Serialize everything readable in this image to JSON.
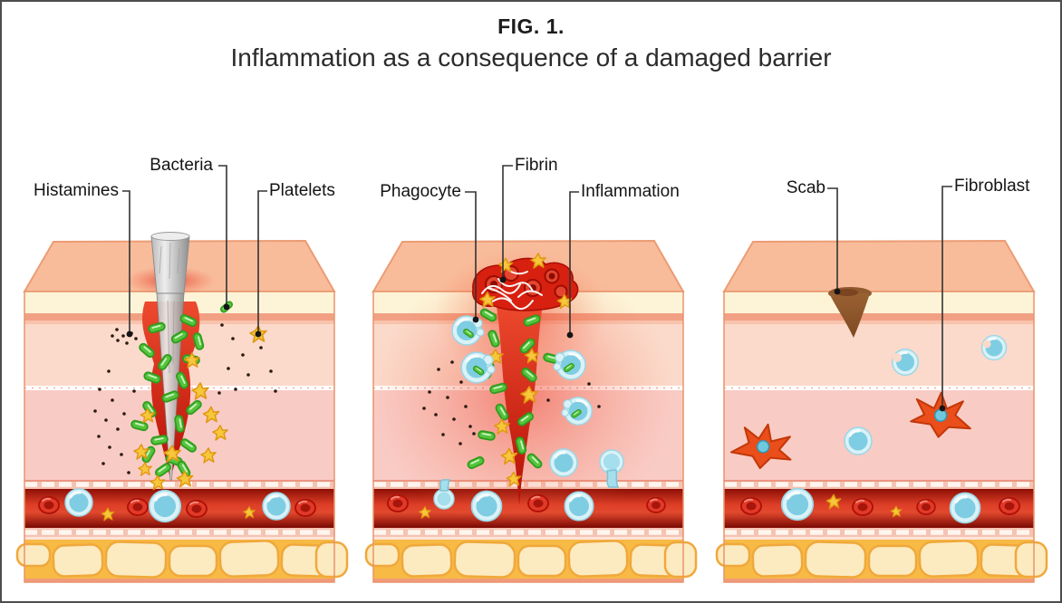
{
  "figure": {
    "label": "FIG. 1.",
    "title": "Inflammation as a consequence of a damaged barrier"
  },
  "panels": [
    {
      "annotations": [
        {
          "id": "histamines",
          "text": "Histamines"
        },
        {
          "id": "bacteria",
          "text": "Bacteria"
        },
        {
          "id": "platelets",
          "text": "Platelets"
        }
      ]
    },
    {
      "annotations": [
        {
          "id": "phagocyte",
          "text": "Phagocyte"
        },
        {
          "id": "fibrin",
          "text": "Fibrin"
        },
        {
          "id": "inflammation",
          "text": "Inflammation"
        }
      ]
    },
    {
      "annotations": [
        {
          "id": "scab",
          "text": "Scab"
        },
        {
          "id": "fibroblast",
          "text": "Fibroblast"
        }
      ]
    }
  ],
  "colors": {
    "skin_top": "#F8BC9B",
    "skin_edge": "#EC9C74",
    "cream_layer": "#FDF4D8",
    "salmon_stripe": "#F2A084",
    "epidermis": "#FBDACB",
    "dermis": "#F9CBC5",
    "vessel_wall": "#F5C3B3",
    "vessel_red": "#DD3E26",
    "fat_bg": "#F7BA45",
    "fat_lobule": "#FCEBC0",
    "bottom_edge": "#F29A7B",
    "bacteria_green": "#55C43E",
    "platelet_yellow": "#F6C63B",
    "cell_blue": "#7FCDE2",
    "rbc_red": "#E23A28",
    "fibroblast_orange": "#E94E1B",
    "scab_brown": "#8F5A2E",
    "splinter_gray": "#C9C9C9",
    "leader_line": "#333333"
  }
}
